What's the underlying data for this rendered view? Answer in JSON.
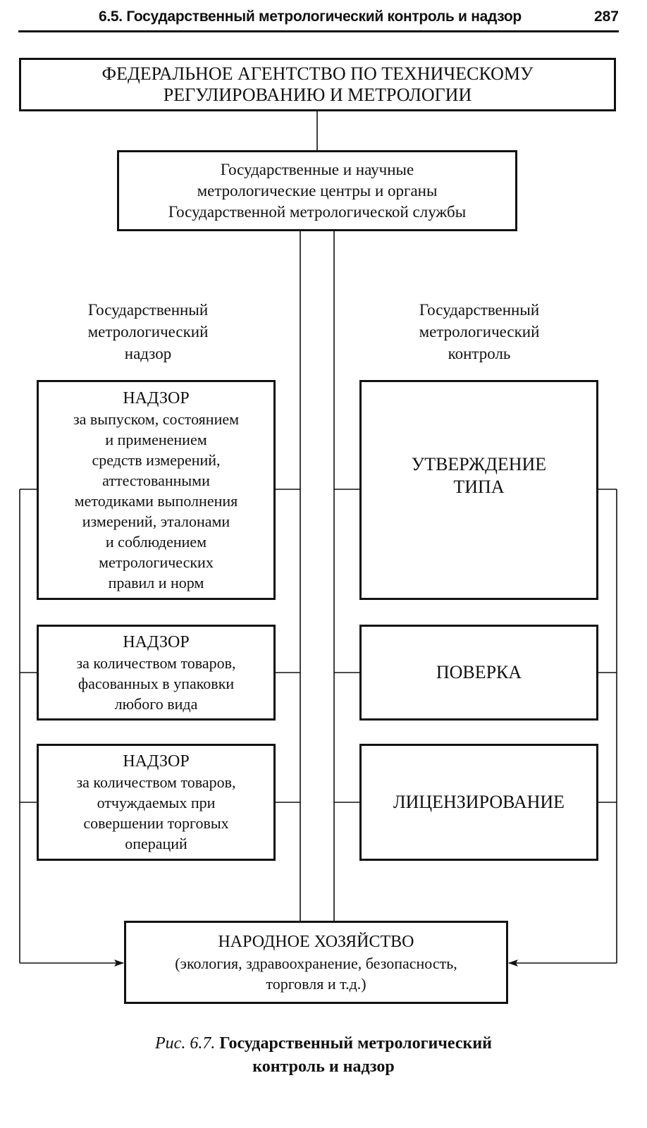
{
  "header": {
    "title": "6.5. Государственный метрологический контроль и надзор",
    "page_number": "287"
  },
  "federal_agency": {
    "lines": [
      "ФЕДЕРАЛЬНОЕ АГЕНТСТВО ПО ТЕХНИЧЕСКОМУ",
      "РЕГУЛИРОВАНИЮ И МЕТРОЛОГИИ"
    ]
  },
  "metrology_centers": {
    "lines": [
      "Государственные и научные",
      "метрологические центры и органы",
      "Государственной метрологической службы"
    ]
  },
  "supervision_branch": {
    "label_lines": [
      "Государственный",
      "метрологический",
      "надзор"
    ],
    "boxes": [
      {
        "title": "НАДЗОР",
        "lines": [
          "за выпуском, состоянием",
          "и применением",
          "средств измерений,",
          "аттестованными",
          "методиками выполнения",
          "измерений, эталонами",
          "и соблюдением",
          "метрологических",
          "правил и норм"
        ]
      },
      {
        "title": "НАДЗОР",
        "lines": [
          "за количеством товаров,",
          "фасованных в упаковки",
          "любого вида"
        ]
      },
      {
        "title": "НАДЗОР",
        "lines": [
          "за количеством товаров,",
          "отчуждаемых при",
          "совершении торговых",
          "операций"
        ]
      }
    ]
  },
  "control_branch": {
    "label_lines": [
      "Государственный",
      "метрологический",
      "контроль"
    ],
    "boxes": [
      {
        "lines": [
          "УТВЕРЖДЕНИЕ",
          "ТИПА"
        ]
      },
      {
        "lines": [
          "ПОВЕРКА"
        ]
      },
      {
        "lines": [
          "ЛИЦЕНЗИРОВАНИЕ"
        ]
      }
    ]
  },
  "national_economy": {
    "title": "НАРОДНОЕ ХОЗЯЙСТВО",
    "lines": [
      "(экология, здравоохранение, безопасность,",
      "торговля и т.д.)"
    ]
  },
  "caption": {
    "figure_label": "Рис. 6.7.",
    "title_lines": [
      "Государственный метрологический",
      "контроль и надзор"
    ]
  }
}
